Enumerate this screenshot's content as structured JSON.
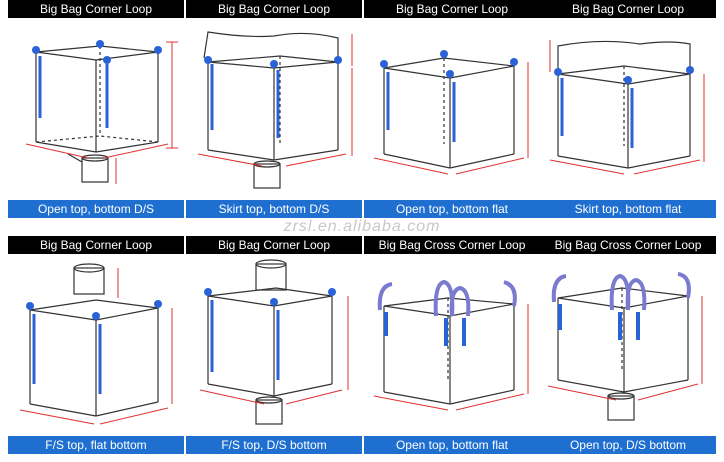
{
  "watermark": "zrsl.en.alibaba.com",
  "colors": {
    "header": "#000000",
    "caption": "#1f6fd1",
    "loop": "#2a63d8",
    "dim": "#e03030"
  },
  "panels": [
    {
      "title": "Big Bag Corner Loop",
      "caption": "Open top, bottom D/S"
    },
    {
      "title": "Big Bag Corner Loop",
      "caption": "Skirt top, bottom D/S"
    },
    {
      "title": "Big Bag Corner Loop",
      "caption": "Open top, bottom flat"
    },
    {
      "title": "Big Bag Corner Loop",
      "caption": "Skirt top, bottom flat"
    },
    {
      "title": "Big Bag Corner Loop",
      "caption": "F/S top, flat bottom"
    },
    {
      "title": "Big Bag Corner Loop",
      "caption": "F/S top, D/S bottom"
    },
    {
      "title": "Big Bag Cross Corner Loop",
      "caption": "Open top, bottom flat"
    },
    {
      "title": "Big Bag Cross Corner Loop",
      "caption": "Open top, D/S bottom"
    }
  ]
}
